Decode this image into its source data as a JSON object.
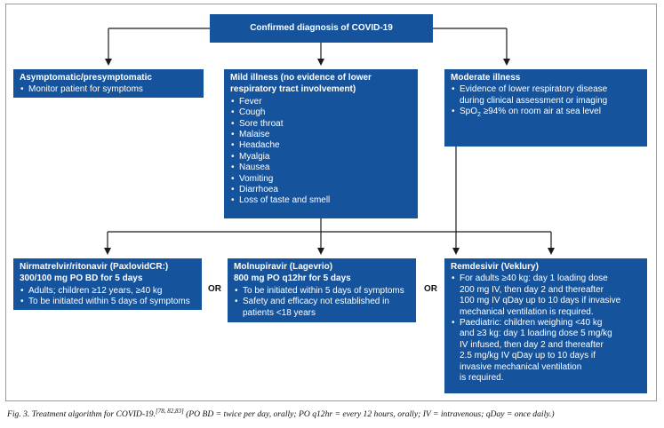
{
  "top": {
    "label": "Confirmed diagnosis of COVID-19"
  },
  "asymptomatic": {
    "title": "Asymptomatic/presymptomatic",
    "items": [
      "Monitor patient for symptoms"
    ]
  },
  "mild": {
    "title_line1": "Mild illness (no evidence of lower",
    "title_line2": "respiratory tract involvement)",
    "items": [
      "Fever",
      "Cough",
      "Sore throat",
      "Malaise",
      "Headache",
      "Myalgia",
      "Nausea",
      "Vomiting",
      "Diarrhoea",
      "Loss of taste and smell"
    ]
  },
  "moderate": {
    "title": "Moderate illness",
    "item1_line1": "Evidence of lower respiratory disease",
    "item1_line2": "during clinical assessment or imaging",
    "item2_pre": "SpO",
    "item2_sub": "2",
    "item2_post": " ≥94% on room air at sea level"
  },
  "paxlovid": {
    "title_line1": "Nirmatrelvir/ritonavir (PaxlovidCR:)",
    "title_line2": "300/100 mg PO BD for 5 days",
    "items": [
      "Adults; children ≥12 years, ≥40 kg",
      "To be initiated within 5 days of symptoms"
    ]
  },
  "molnupiravir": {
    "title_line1": "Molnupiravir (Lagevrio)",
    "title_line2": "800 mg PO q12hr for 5 days",
    "item1": "To be initiated within 5 days of symptoms",
    "item2_line1": "Safety and efficacy not established in",
    "item2_line2": "patients <18 years"
  },
  "remdesivir": {
    "title": "Remdesivir (Veklury)",
    "item1_lines": [
      "For adults ≥40 kg: day 1 loading dose",
      "200 mg IV, then day 2 and thereafter",
      "100 mg IV qDay up to 10 days if invasive",
      "mechanical ventilation is required."
    ],
    "item2_lines": [
      "Paediatric: children weighing <40 kg",
      "and ≥3 kg: day 1 loading dose 5 mg/kg",
      "IV infused, then day 2  and thereafter",
      "2.5 mg/kg IV qDay up to 10 days if",
      "invasive mechanical ventilation",
      "is required."
    ]
  },
  "or_label": "OR",
  "caption": {
    "text": "Fig. 3. Treatment algorithm for COVID-19.",
    "refs": "[78, 82,83]",
    "abbrev": " (PO BD = twice per day, orally; PO q12hr = every 12 hours, orally; IV = intravenous; qDay = once daily.)"
  },
  "colors": {
    "box": "#15539c",
    "line": "#1a1a1a",
    "frame": "#9a9a9a"
  }
}
